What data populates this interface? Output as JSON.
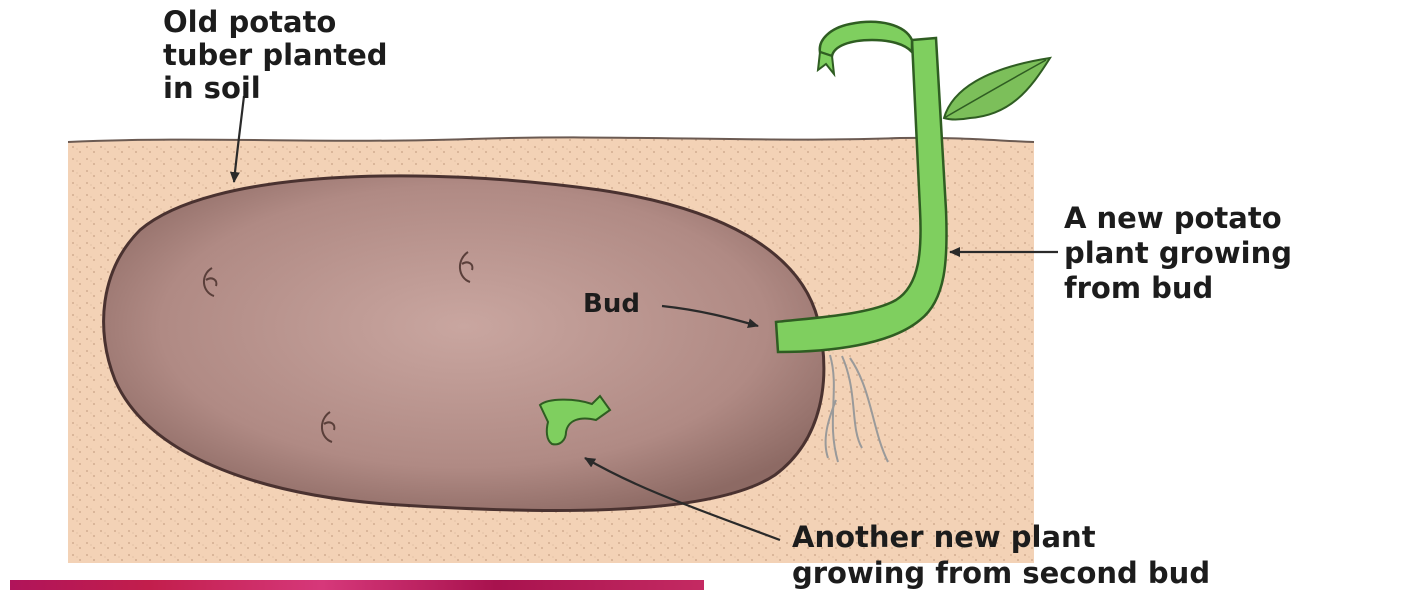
{
  "labels": {
    "old_tuber": [
      "Old potato",
      "tuber planted",
      "in soil"
    ],
    "new_plant": [
      "A new potato",
      "plant growing",
      "from bud"
    ],
    "bud": "Bud",
    "another_plant": [
      "Another new plant",
      "growing from second bud"
    ]
  },
  "colors": {
    "soil": "#f3d2b6",
    "soil_speckle": "#c9a287",
    "tuber": "#b08a84",
    "tuber_outline": "#4a3230",
    "stem": "#7fcf5f",
    "stem_outline": "#2f5d22",
    "leaf": "#7cbf5a",
    "arrow": "#2a2a2a",
    "root": "#9a9a9a",
    "bottom_strip": "#c21e4c"
  }
}
